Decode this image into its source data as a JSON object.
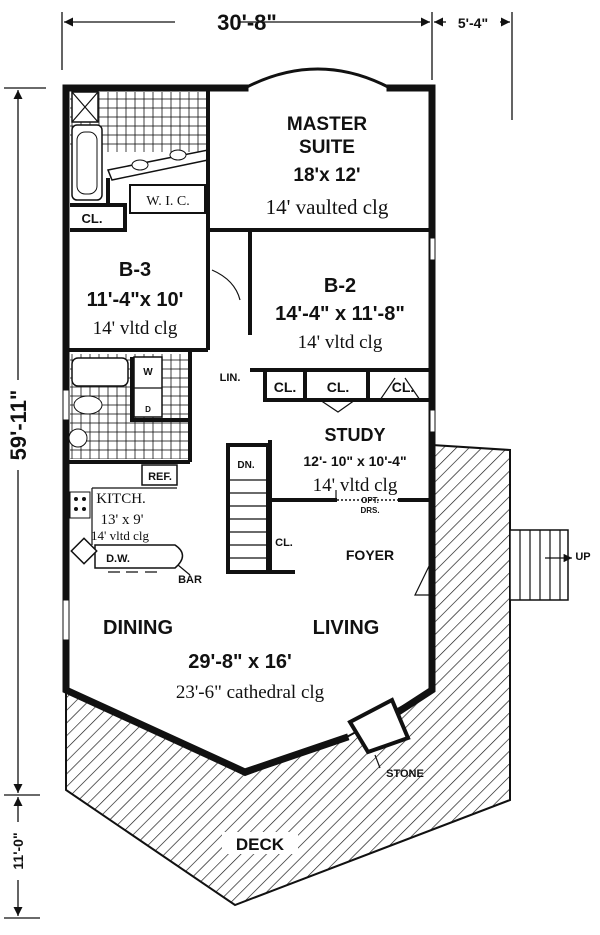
{
  "dimensions": {
    "overall_width": "30'-8\"",
    "deck_width": "5'-4\"",
    "overall_depth": "59'-11\"",
    "deck_depth": "11'-0\""
  },
  "rooms": {
    "master": {
      "name_line1": "MASTER",
      "name_line2": "SUITE",
      "size": "18'x 12'",
      "ceiling": "14' vaulted clg"
    },
    "wic": {
      "name": "W. I. C."
    },
    "cl_master": {
      "name": "CL."
    },
    "b3": {
      "name": "B-3",
      "size": "11'-4\"x 10'",
      "ceiling": "14' vltd clg"
    },
    "b2": {
      "name": "B-2",
      "size": "14'-4\" x 11'-8\"",
      "ceiling": "14' vltd clg"
    },
    "laundry": {
      "washer": "W",
      "dryer": "D"
    },
    "lin": {
      "name": "LIN."
    },
    "closets": [
      "CL.",
      "CL.",
      "CL."
    ],
    "study": {
      "name": "STUDY",
      "size": "12'- 10\" x 10'-4\"",
      "ceiling": "14' vltd clg",
      "opt_line1": "OPT.",
      "opt_line2": "DRS."
    },
    "stairs": {
      "label": "DN."
    },
    "kitchen": {
      "name": "KITCH.",
      "size": "13' x 9'",
      "ceiling": "14' vltd clg",
      "ref": "REF.",
      "dw": "D.W.",
      "bar": "BAR"
    },
    "foyer": {
      "name": "FOYER",
      "closet": "CL."
    },
    "living": {
      "dining": "DINING",
      "living": "LIVING",
      "size": "29'-8\" x 16'",
      "ceiling": "23'-6\" cathedral clg"
    },
    "fireplace": {
      "name": "STONE"
    },
    "deck": {
      "name": "DECK",
      "stairs": "UP"
    }
  }
}
